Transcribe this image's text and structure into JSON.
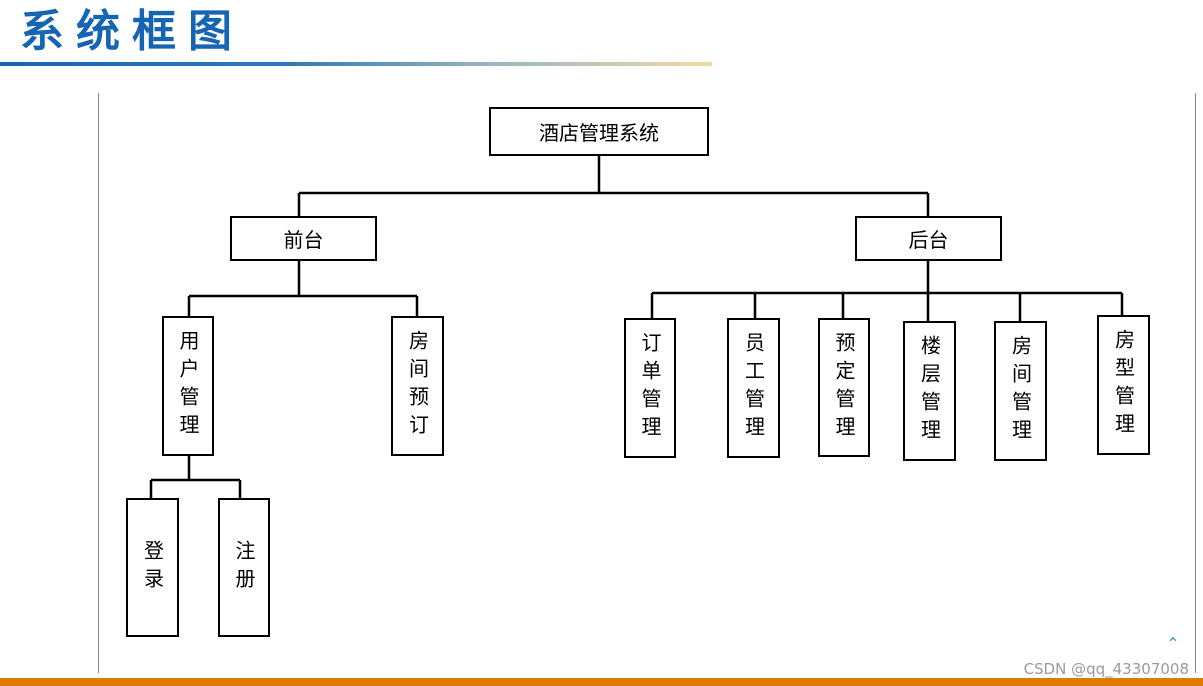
{
  "header": {
    "title": "系统框图"
  },
  "diagram": {
    "root": "酒店管理系统",
    "front": {
      "label": "前台",
      "user_mgmt": "用户管理",
      "room_booking": "房间预订",
      "login": "登录",
      "register": "注册"
    },
    "back": {
      "label": "后台",
      "order_mgmt": "订单管理",
      "staff_mgmt": "员工管理",
      "reservation_mgmt": "预定管理",
      "floor_mgmt": "楼层管理",
      "room_mgmt": "房间管理",
      "room_type_mgmt": "房型管理"
    }
  },
  "footer": {
    "watermark": "CSDN @qq_43307008"
  },
  "colors": {
    "title": "#1565b3",
    "bottom_bar": "#e07b00",
    "line": "#000000"
  },
  "icons": {
    "scroll_top": "chevron-up-icon"
  }
}
